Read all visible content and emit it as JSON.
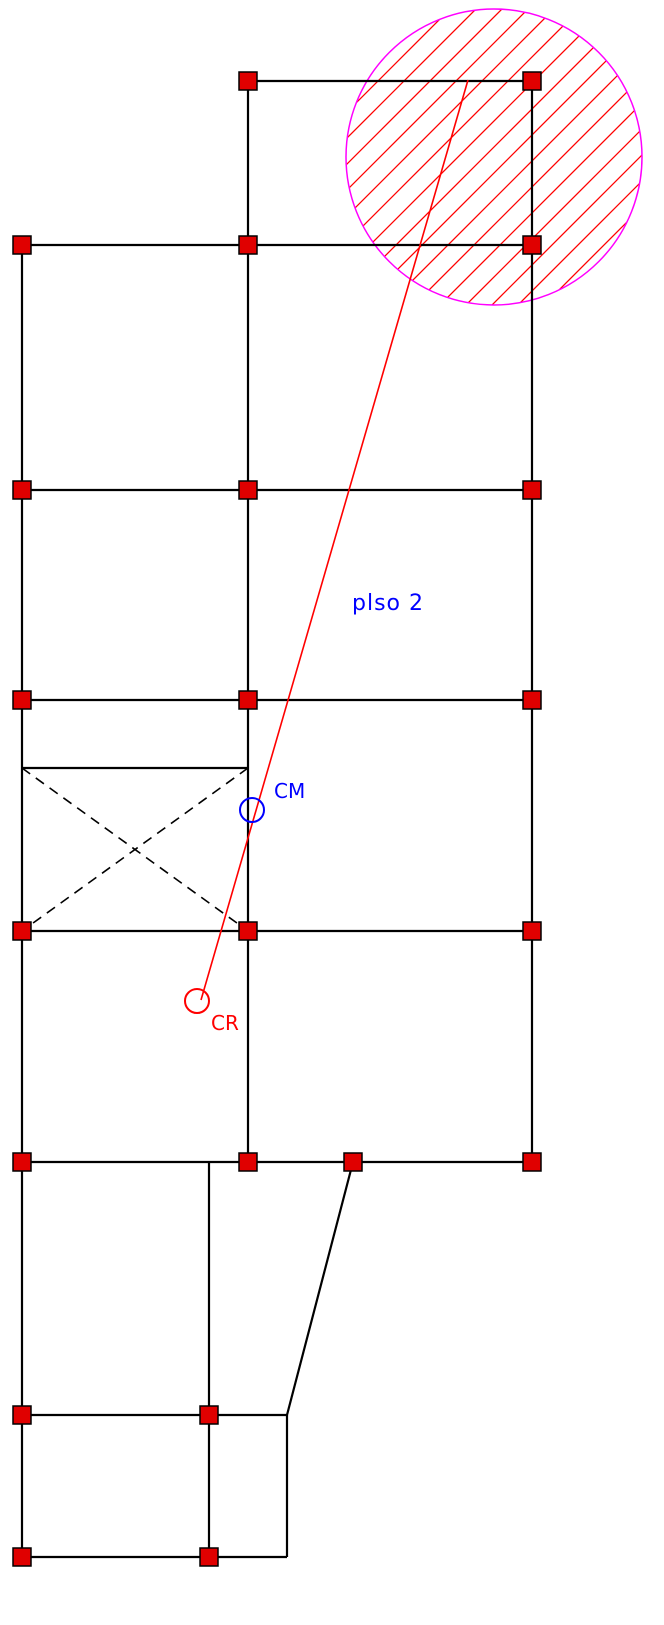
{
  "diagram": {
    "floor_label": "plso 2",
    "center_of_mass_label": "CM",
    "center_of_rigidity_label": "CR"
  },
  "colors": {
    "walls": "#000000",
    "columns_fill": "#e00000",
    "columns_stroke": "#000000",
    "center_of_mass": "#0000ff",
    "center_of_rigidity": "#ff0000",
    "eccentricity_line": "#ff0000",
    "hatched_zone": "#ff00ff",
    "hatch_lines": "#ff0000",
    "label_text": "#0000ff"
  }
}
